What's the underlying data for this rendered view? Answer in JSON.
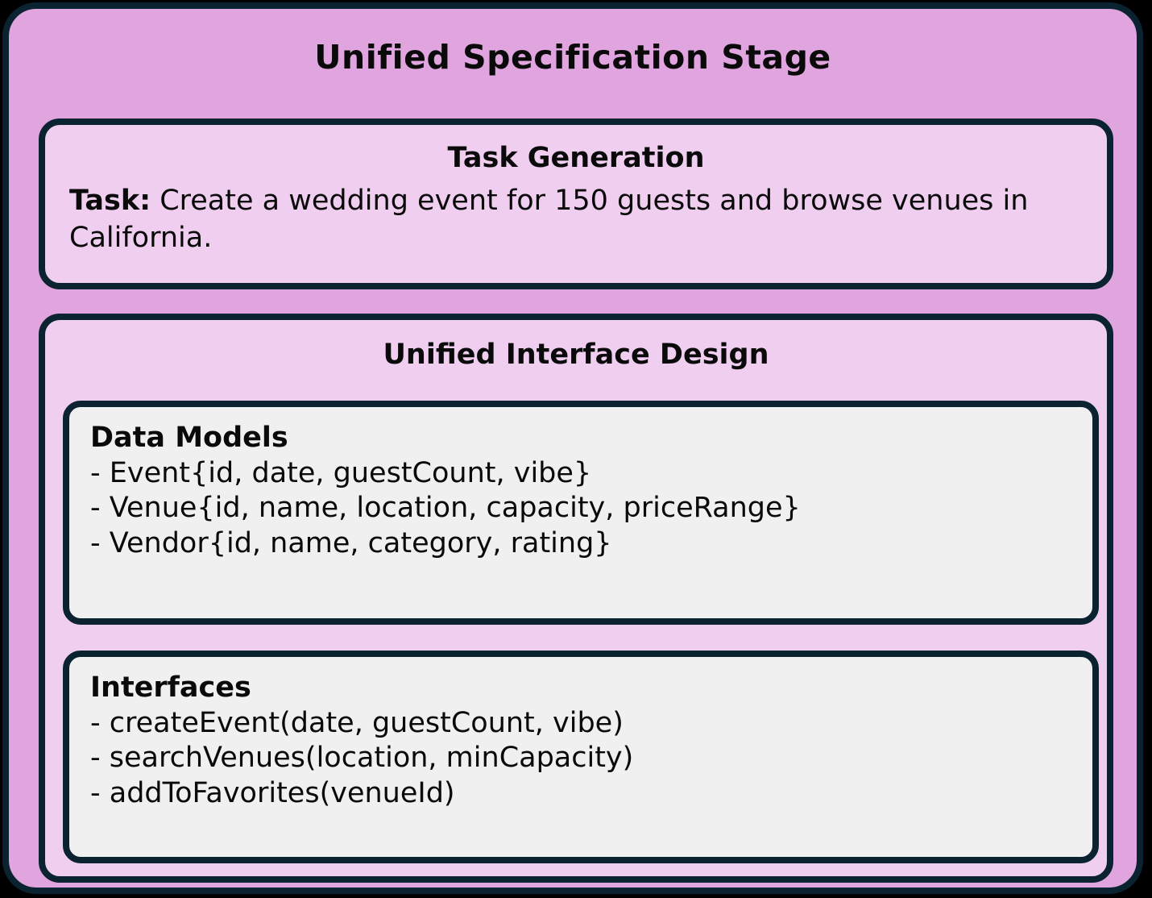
{
  "stage": {
    "title": "Unified Specification Stage",
    "colors": {
      "stage_bg": "#e0a4de",
      "section_bg": "#f0cef0",
      "panel_bg": "#f0f0f0",
      "border": "#0b2231",
      "text": "#0a0a0a"
    }
  },
  "task_generation": {
    "title": "Task Generation",
    "task_label": "Task:",
    "task_text": " Create a wedding event for 150 guests and browse venues in California."
  },
  "interface_design": {
    "title": "Unified Interface Design",
    "data_models": {
      "heading": "Data Models",
      "items": [
        "- Event{id, date, guestCount, vibe}",
        "- Venue{id, name, location, capacity, priceRange}",
        "- Vendor{id, name, category, rating}"
      ]
    },
    "interfaces": {
      "heading": "Interfaces",
      "items": [
        "- createEvent(date, guestCount, vibe)",
        "- searchVenues(location, minCapacity)",
        "- addToFavorites(venueId)"
      ]
    }
  }
}
